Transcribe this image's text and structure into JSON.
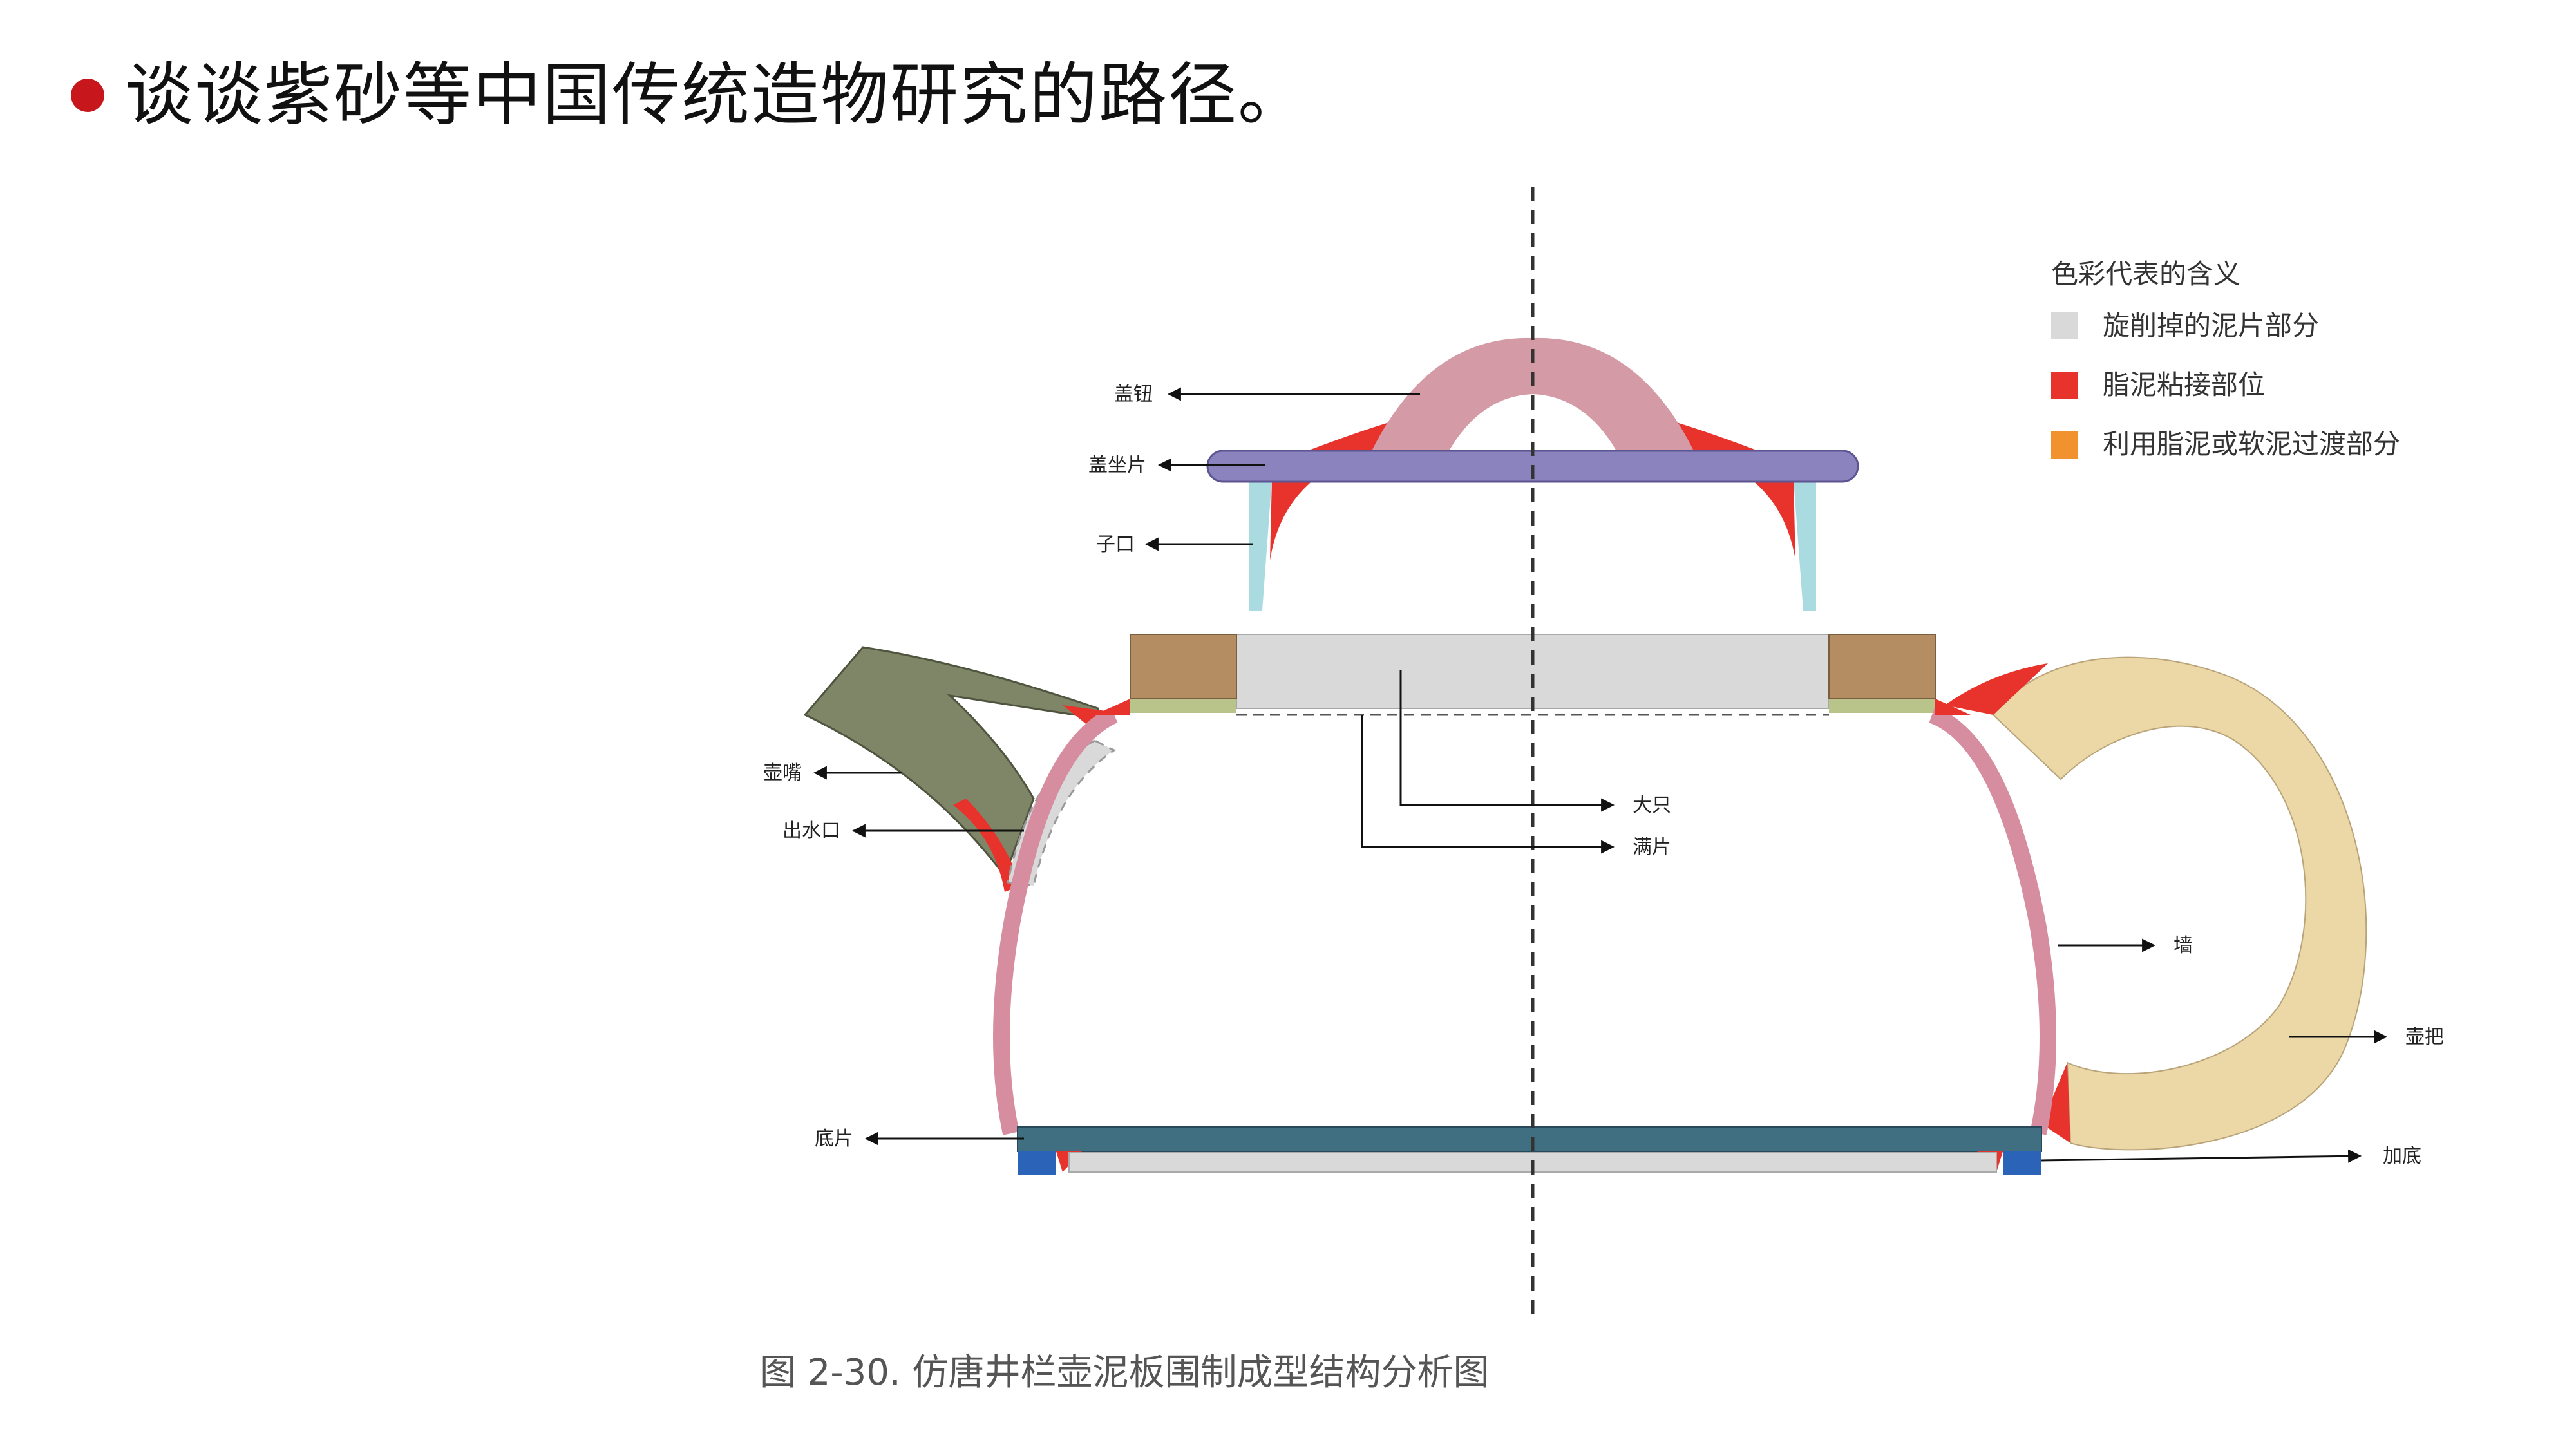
{
  "slide": {
    "title": "谈谈紫砂等中国传统造物研究的路径。",
    "bullet_color": "#c8161d"
  },
  "legend": {
    "title": "色彩代表的含义",
    "items": [
      {
        "label": "旋削掉的泥片部分",
        "color": "#d9d9d9"
      },
      {
        "label": "脂泥粘接部位",
        "color": "#e8322c"
      },
      {
        "label": "利用脂泥或软泥过渡部分",
        "color": "#f2922e"
      }
    ]
  },
  "labels": {
    "lid_knob": "盖钮",
    "lid_plate": "盖坐片",
    "lid_flange": "子口",
    "spout": "壶嘴",
    "spout_hole": "出水口",
    "big_ring": "大只",
    "full_piece": "满片",
    "wall": "墙",
    "handle": "壶把",
    "bottom_piece": "底片",
    "foot_ring": "加底"
  },
  "caption": "图 2-30. 仿唐井栏壶泥板围制成型结构分析图",
  "colors": {
    "knob": "#d49aa5",
    "lid_plate": "#8b83bd",
    "flange": "#a9dbe0",
    "glue": "#e8322c",
    "removed": "#d9d9d9",
    "shoulder_block": "#b48d62",
    "shoulder_strip": "#b8c48a",
    "body_wall": "#d68da0",
    "spout": "#7f8567",
    "handle": "#ecd7a6",
    "bottom_plate": "#3f6f80",
    "foot": "#2a63b8"
  }
}
